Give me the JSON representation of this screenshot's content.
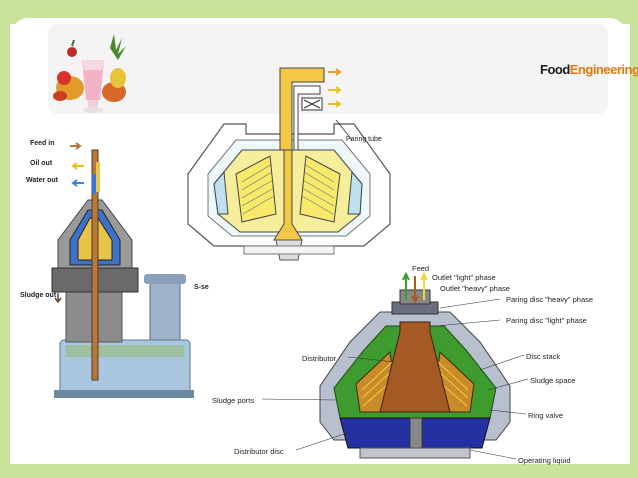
{
  "logo": {
    "part1": "Food",
    "part2": "Engineering"
  },
  "left_diagram": {
    "labels": {
      "feed_in": "Feed in",
      "oil_out": "Oil out",
      "water_out": "Water out",
      "sludge_out": "Sludge out"
    },
    "side_text": "S-se"
  },
  "top_diagram": {
    "paring_tube": "Paring tube"
  },
  "bottom_diagram": {
    "feed": "Feed",
    "outlet_light": "Outlet \"light\" phase",
    "outlet_heavy": "Outlet \"heavy\" phase",
    "paring_heavy": "Paring disc \"heavy\" phase",
    "paring_light": "Paring disc \"light\" phase",
    "distributor": "Distributor",
    "disc_stack": "Disc stack",
    "sludge_space": "Sludge space",
    "sludge_ports": "Sludge ports",
    "ring_valve": "Ring valve",
    "distributor_disc": "Distributor disc",
    "operating_liquid": "Operating liquid"
  },
  "colors": {
    "frame_green": "#c9e39a",
    "logo_orange": "#e07a10",
    "diagram_yellow": "#f2d640",
    "diagram_green": "#3e9c2e",
    "diagram_brown": "#a45a22",
    "diagram_blue": "#2430a0"
  }
}
